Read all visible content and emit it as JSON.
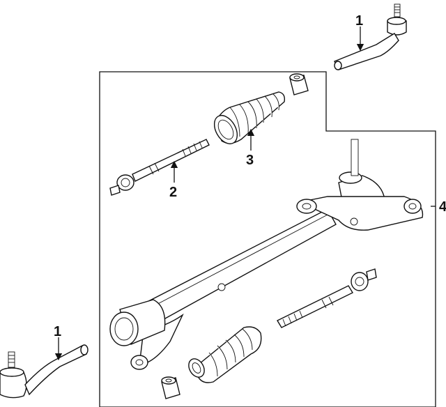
{
  "diagram": {
    "callouts": {
      "tie_rod_end_top": "1",
      "tie_rod_end_bottom": "1",
      "inner_tie_rod": "2",
      "boot": "3",
      "gear_assembly": "4"
    }
  }
}
